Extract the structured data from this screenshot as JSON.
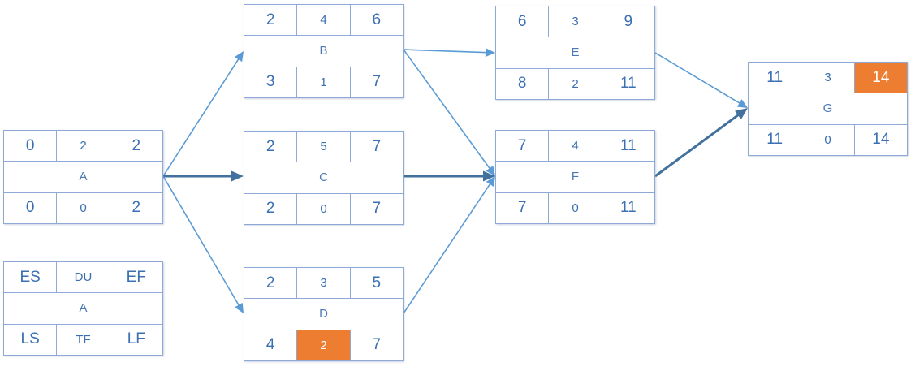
{
  "nodes": [
    {
      "id": "A",
      "es": "0",
      "du": "2",
      "ef": "2",
      "name": "A",
      "ls": "0",
      "tf": "0",
      "lf": "2"
    },
    {
      "id": "B",
      "es": "2",
      "du": "4",
      "ef": "6",
      "name": "B",
      "ls": "3",
      "tf": "1",
      "lf": "7"
    },
    {
      "id": "C",
      "es": "2",
      "du": "5",
      "ef": "7",
      "name": "C",
      "ls": "2",
      "tf": "0",
      "lf": "7"
    },
    {
      "id": "D",
      "es": "2",
      "du": "3",
      "ef": "5",
      "name": "D",
      "ls": "4",
      "tf": "2",
      "lf": "7",
      "highlight": "tf"
    },
    {
      "id": "E",
      "es": "6",
      "du": "3",
      "ef": "9",
      "name": "E",
      "ls": "8",
      "tf": "2",
      "lf": "11"
    },
    {
      "id": "F",
      "es": "7",
      "du": "4",
      "ef": "11",
      "name": "F",
      "ls": "7",
      "tf": "0",
      "lf": "11"
    },
    {
      "id": "G",
      "es": "11",
      "du": "3",
      "ef": "14",
      "name": "G",
      "ls": "11",
      "tf": "0",
      "lf": "14",
      "highlight": "ef"
    },
    {
      "id": "legend",
      "es": "ES",
      "du": "DU",
      "ef": "EF",
      "name": "A",
      "ls": "LS",
      "tf": "TF",
      "lf": "LF"
    }
  ],
  "edges": [
    {
      "from": "A",
      "to": "B",
      "critical": false
    },
    {
      "from": "A",
      "to": "C",
      "critical": true
    },
    {
      "from": "A",
      "to": "D",
      "critical": false
    },
    {
      "from": "B",
      "to": "E",
      "critical": false
    },
    {
      "from": "B",
      "to": "F",
      "critical": false
    },
    {
      "from": "C",
      "to": "F",
      "critical": true
    },
    {
      "from": "D",
      "to": "F",
      "critical": false
    },
    {
      "from": "E",
      "to": "G",
      "critical": false
    },
    {
      "from": "F",
      "to": "G",
      "critical": true
    }
  ],
  "colors": {
    "edge": "#5b9bd5",
    "critical_edge": "#41719c",
    "highlight_fill": "#ed7d31",
    "box_text": "#3a6fb2",
    "box_border": "#8fa9d6"
  }
}
